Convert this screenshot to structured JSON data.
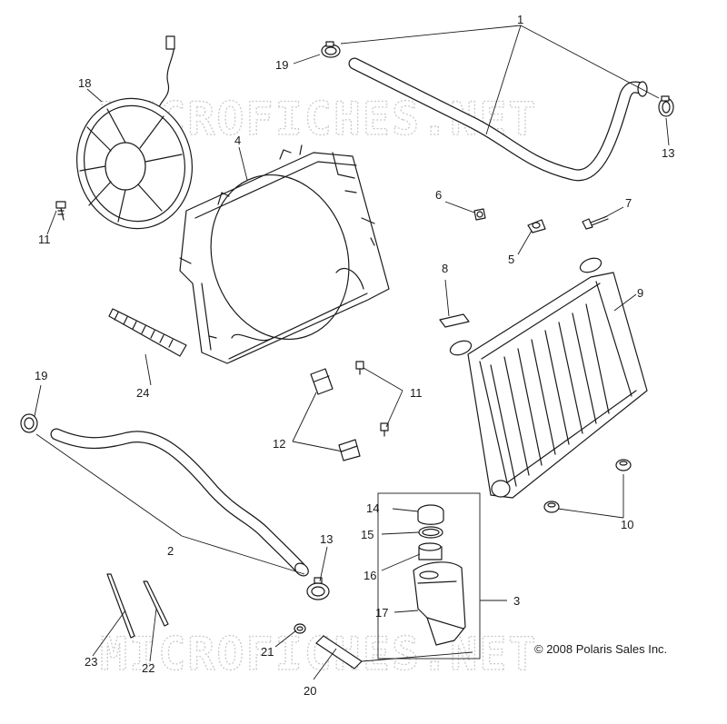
{
  "watermark": "MICROFICHES.NET",
  "copyright": "© 2008 Polaris Sales Inc.",
  "callouts": {
    "c1": "1",
    "c2": "2",
    "c3": "3",
    "c4": "4",
    "c5": "5",
    "c6": "6",
    "c7": "7",
    "c8": "8",
    "c9": "9",
    "c10": "10",
    "c11a": "11",
    "c11b": "11",
    "c12": "12",
    "c13a": "13",
    "c13b": "13",
    "c14": "14",
    "c15": "15",
    "c16": "16",
    "c17": "17",
    "c18": "18",
    "c19a": "19",
    "c19b": "19",
    "c20": "20",
    "c21": "21",
    "c22": "22",
    "c23": "23",
    "c24": "24"
  }
}
